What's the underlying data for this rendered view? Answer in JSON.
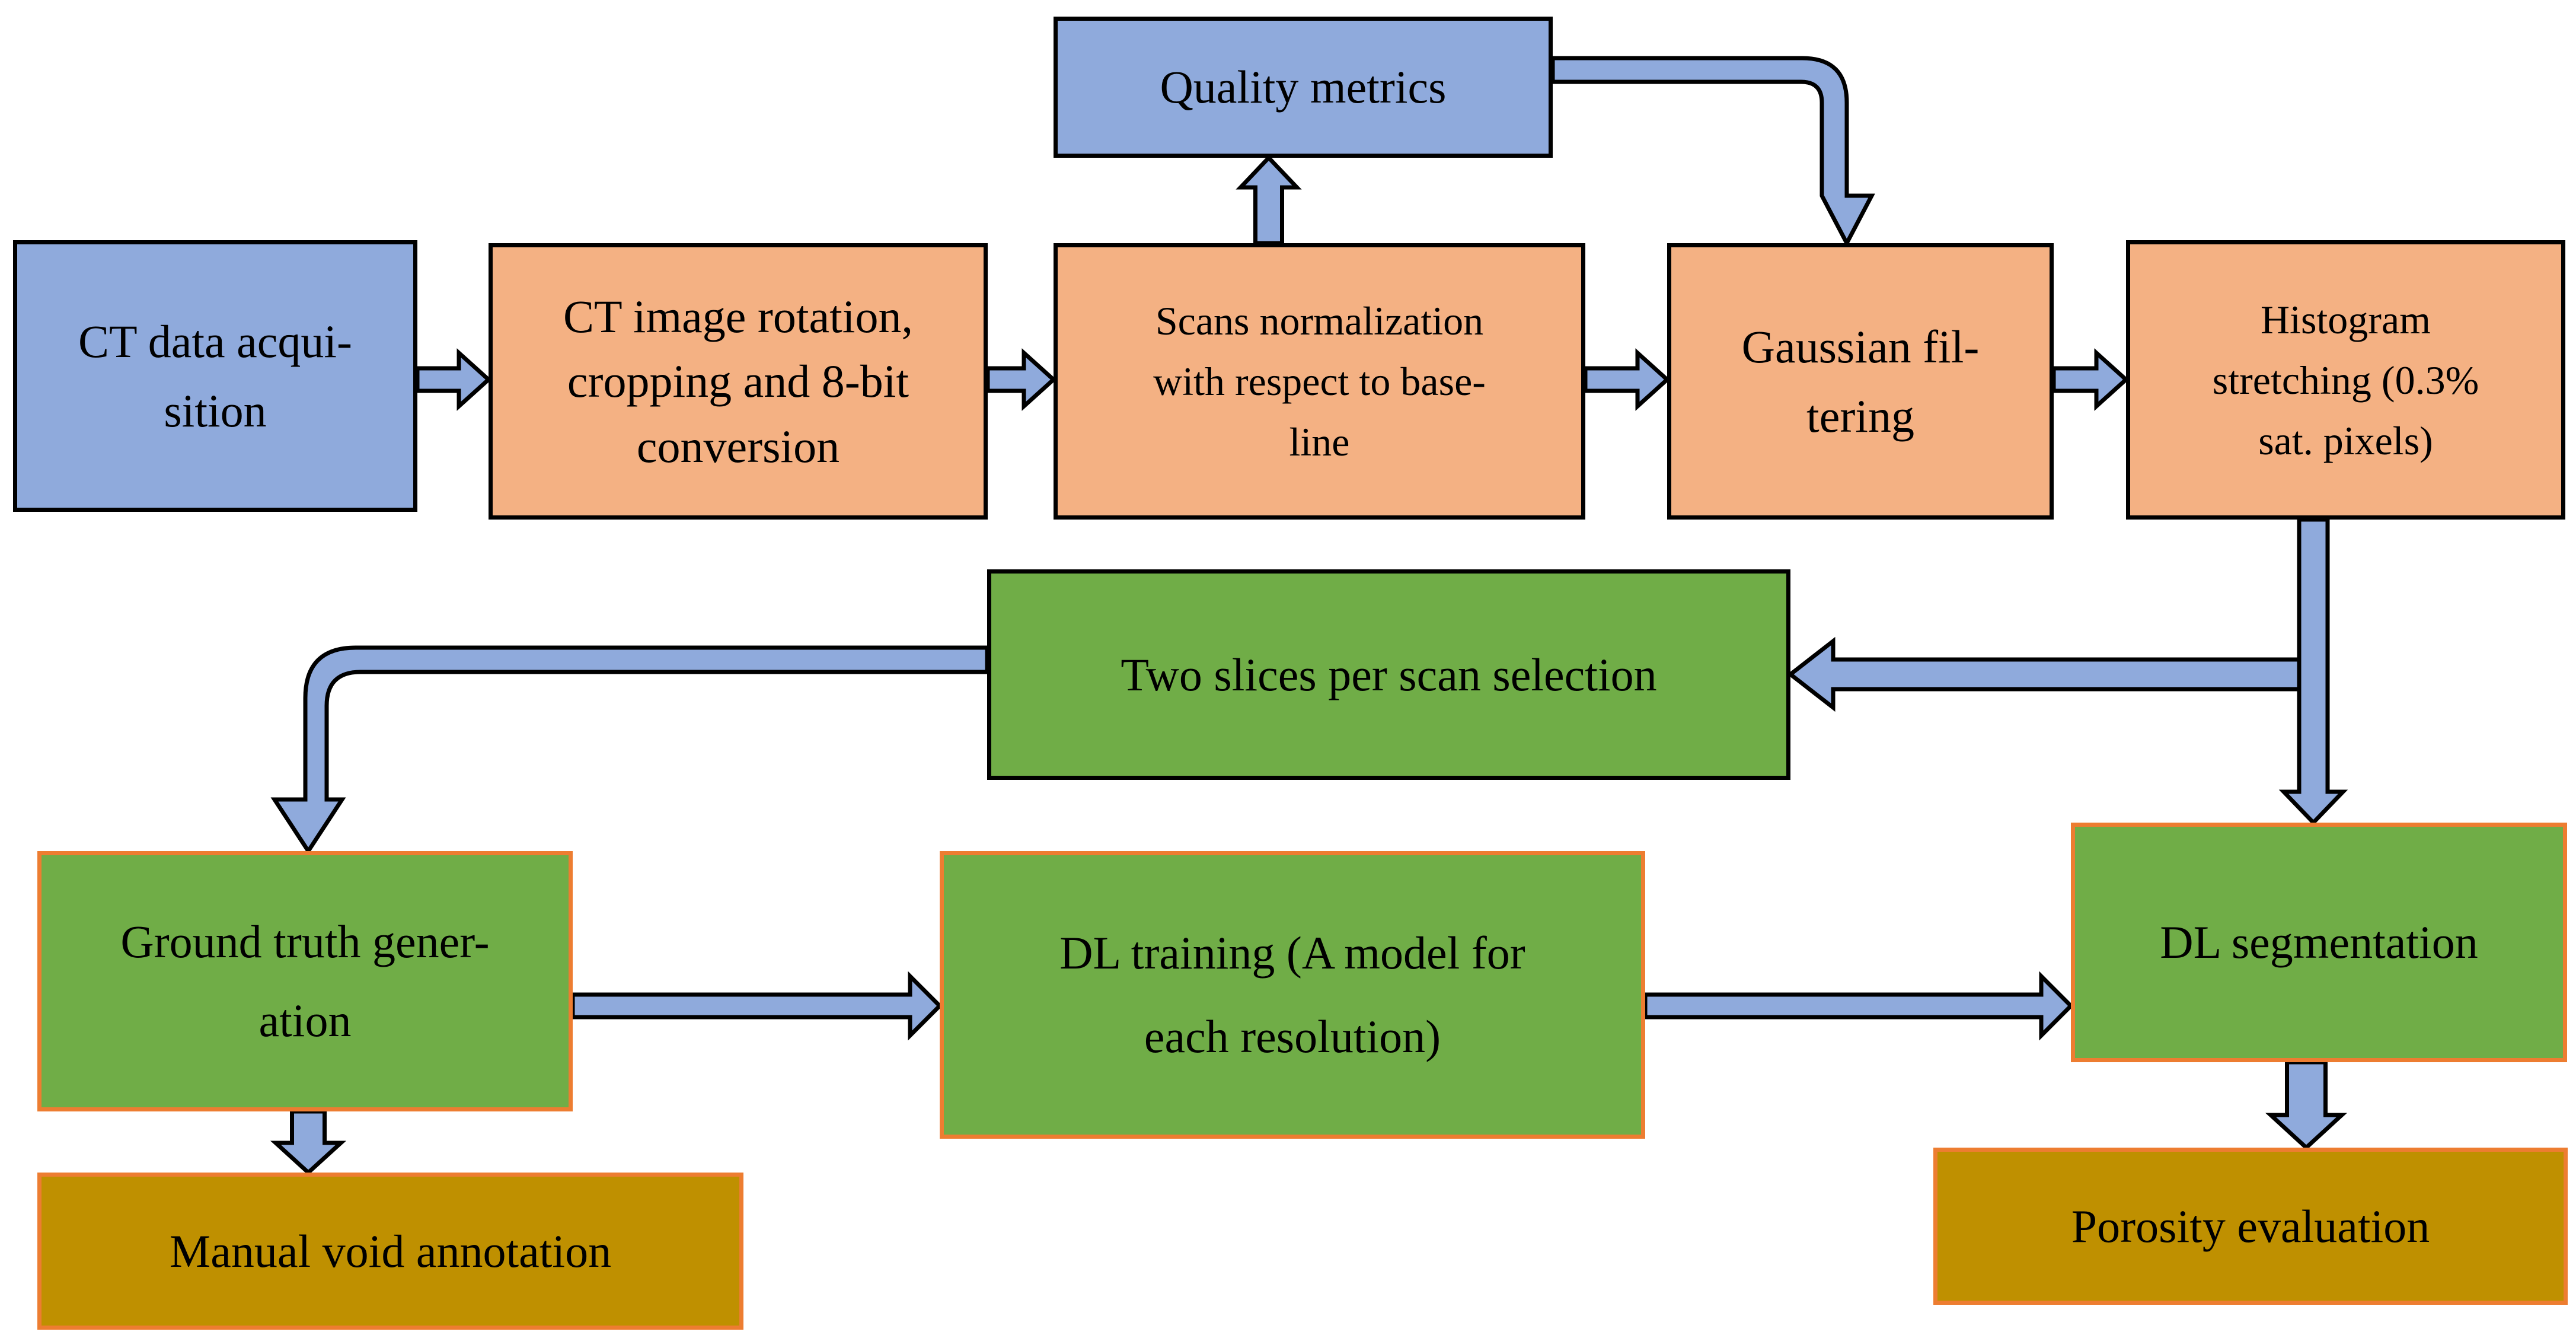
{
  "colors": {
    "blue_fill": "#8faadc",
    "orange_fill": "#f4b183",
    "green_fill": "#70ad47",
    "gold_fill": "#bf9000",
    "orange_border": "#ed7d31",
    "black_border": "#000000",
    "arrow_fill": "#8faadc",
    "arrow_stroke": "#000000"
  },
  "nodes": {
    "ct_data_acquisition": "CT data acqui-\nsition",
    "ct_image_rotation": "CT image rotation,\ncropping and 8-bit\nconversion",
    "scans_normalization": "Scans normalization\nwith respect to base-\nline",
    "quality_metrics": "Quality metrics",
    "gaussian_filtering": "Gaussian fil-\ntering",
    "histogram_stretching": "Histogram\nstretching (0.3%\nsat. pixels)",
    "two_slices_selection": "Two slices per scan selection",
    "ground_truth_generation": "Ground truth gener-\nation",
    "dl_training": "DL training (A model for\neach resolution)",
    "dl_segmentation": "DL segmentation",
    "manual_void_annotation": "Manual void annotation",
    "porosity_evaluation": "Porosity evaluation"
  }
}
